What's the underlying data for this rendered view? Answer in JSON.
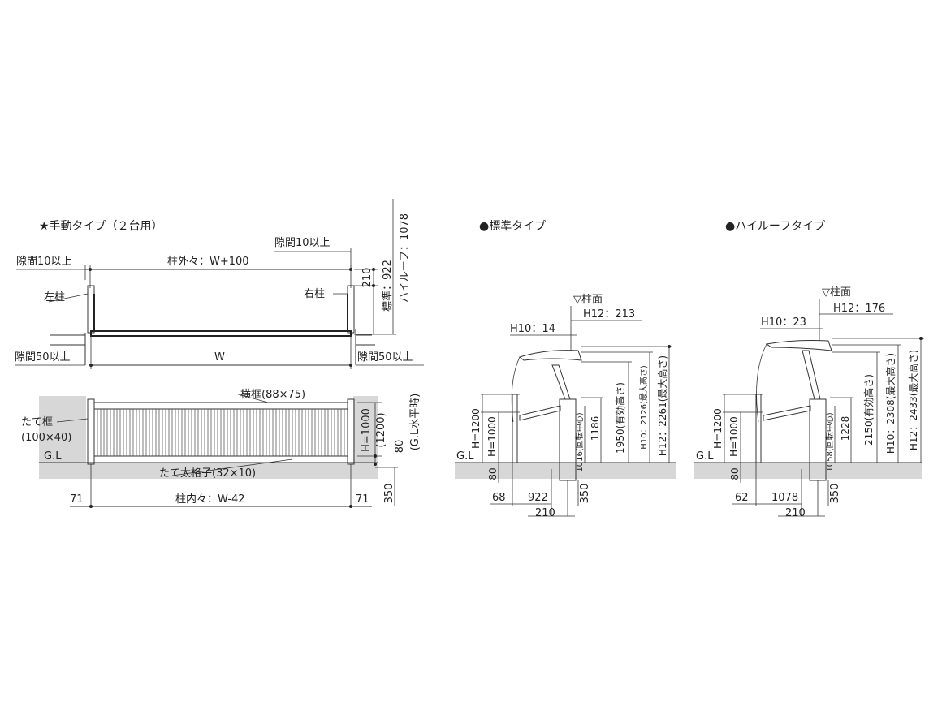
{
  "headers": {
    "manual": "★手動タイプ（２台用）",
    "standard": "●標準タイプ",
    "highroof": "●ハイルーフタイプ"
  },
  "plan": {
    "gap_top_left": "隙間10以上",
    "gap_top_right": "隙間10以上",
    "outer_width": "柱外々：W+100",
    "left_post": "左柱",
    "right_post": "右柱",
    "w": "W",
    "gap_bottom_left": "隙間50以上",
    "gap_bottom_right": "隙間50以上",
    "dim_210": "210",
    "dim_standard": "標準：922",
    "dim_highroof": "ハイルーフ：1078"
  },
  "elevation": {
    "rail": "横框(88×75)",
    "vertical_frame": "たて框",
    "vertical_frame_size": "(100×40)",
    "gl": "G.L",
    "lattice": "たて太格子(32×10)",
    "h1000": "H=1000",
    "h1200": "(1200)",
    "dim_80": "80",
    "gl_level": "(G.L水平時)",
    "dim_71_left": "71",
    "dim_71_right": "71",
    "inner_width": "柱内々：W-42",
    "dim_350": "350"
  },
  "standard": {
    "post_face": "▽柱面",
    "h12": "H12：213",
    "h10": "H10：14",
    "h1200": "H=1200",
    "h1000": "H=1000",
    "gl": "G.L",
    "dim_80": "80",
    "pivot": "1016(回転中心)",
    "dim_1186": "1186",
    "eff_height": "1950(有効高さ)",
    "max_h10": "H10：2126(最大高さ)",
    "max_h12": "H12：2261(最大高さ)",
    "dim_68": "68",
    "dim_922": "922",
    "dim_350": "350",
    "dim_210": "210"
  },
  "highroof": {
    "post_face": "▽柱面",
    "h12": "H12：176",
    "h10": "H10：23",
    "h1200": "H=1200",
    "h1000": "H=1000",
    "gl": "G.L",
    "dim_80": "80",
    "pivot": "1058(回転中心)",
    "dim_1228": "1228",
    "eff_height": "2150(有効高さ)",
    "max_h10": "H10：2308(最大高さ)",
    "max_h12": "H12：2433(最大高さ)",
    "dim_62": "62",
    "dim_1078": "1078",
    "dim_350": "350",
    "dim_210": "210"
  }
}
